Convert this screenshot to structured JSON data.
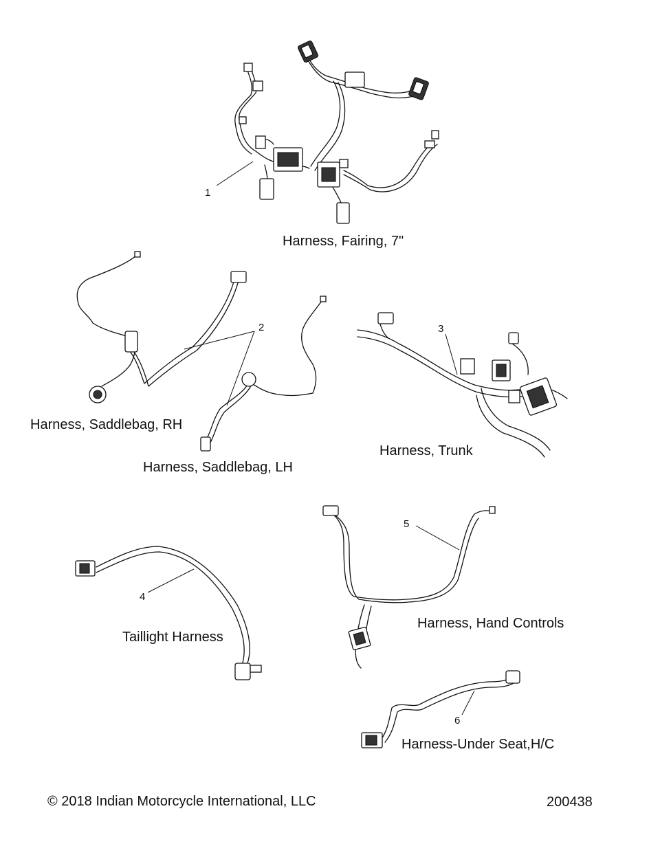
{
  "callouts": [
    {
      "id": "1",
      "label": "Harness, Fairing, 7\""
    },
    {
      "id": "2",
      "label": "Harness, Saddlebag, RH"
    },
    {
      "id": "2",
      "label": "Harness, Saddlebag, LH"
    },
    {
      "id": "3",
      "label": "Harness, Trunk"
    },
    {
      "id": "4",
      "label": "Taillight Harness"
    },
    {
      "id": "5",
      "label": "Harness, Hand Controls"
    },
    {
      "id": "6",
      "label": "Harness-Under Seat,H/C"
    }
  ],
  "footer": {
    "copyright": "© 2018 Indian Motorcycle International, LLC",
    "drawing_number": "200438"
  }
}
